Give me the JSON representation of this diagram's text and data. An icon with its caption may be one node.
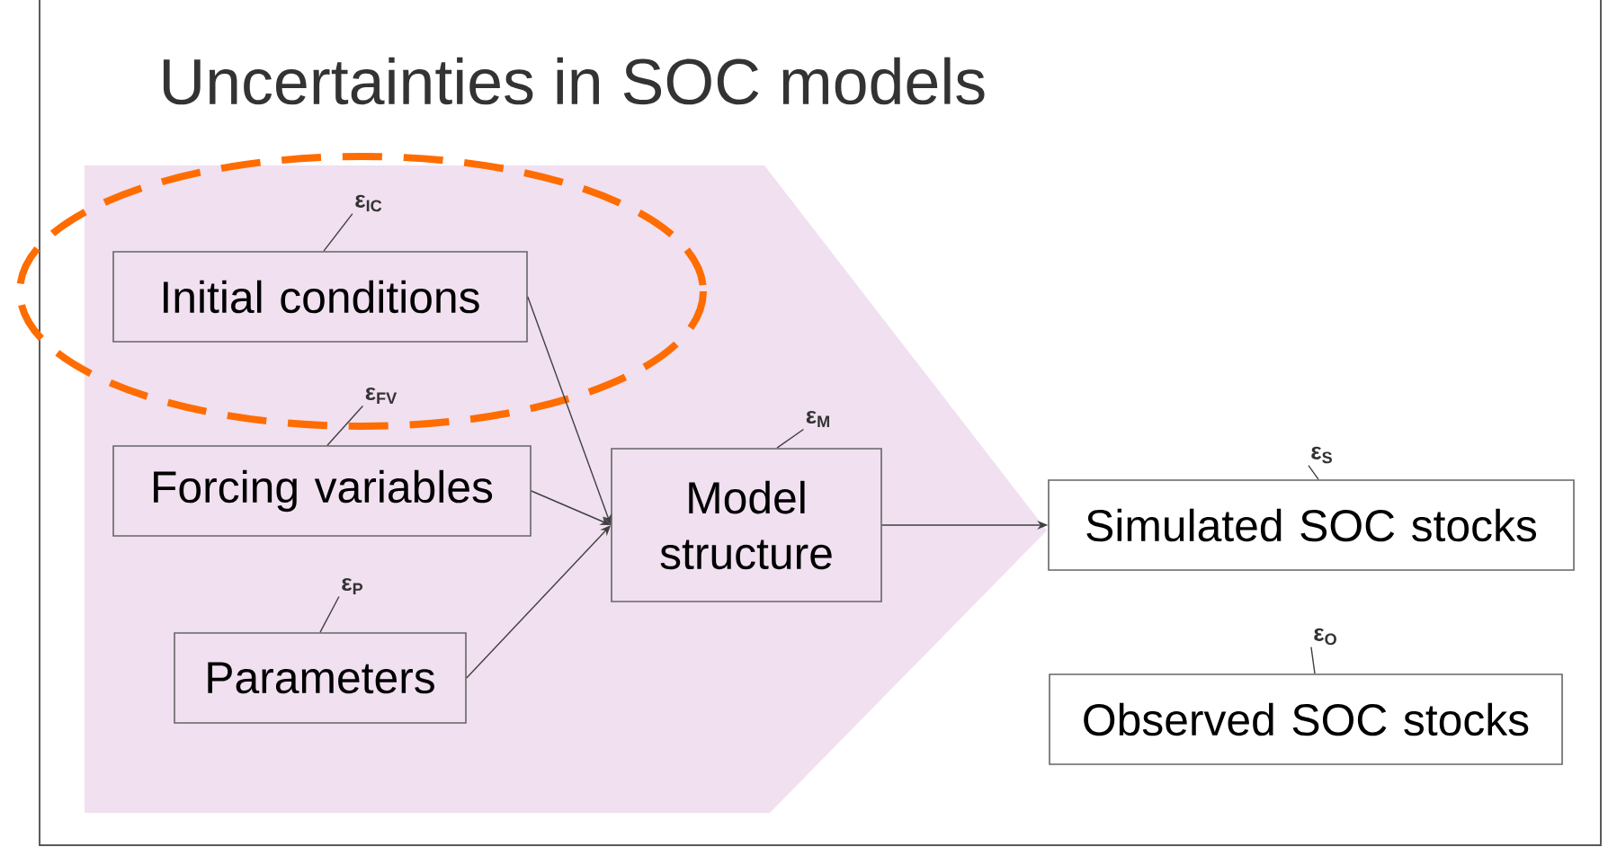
{
  "diagram": {
    "title": "Uncertainties in SOC models",
    "nodes": [
      {
        "text": [
          "Initial conditions"
        ]
      },
      {
        "text": [
          "Forcing variables"
        ]
      },
      {
        "text": [
          "Parameters"
        ]
      },
      {
        "text": [
          "Model structure"
        ]
      },
      {
        "text": [
          "Simulated SOC stocks"
        ]
      },
      {
        "text": [
          "Observed SOC stocks"
        ]
      },
      {
        "text": [
          "ε$_{IC}$"
        ]
      },
      {
        "text": [
          "ε$_{FV}$"
        ]
      },
      {
        "text": [
          "ε$_{P}$"
        ]
      },
      {
        "text": [
          "ε$_{M}$"
        ]
      },
      {
        "text": [
          "ε$_{S}$"
        ]
      },
      {
        "text": [
          "ε$_{O}$"
        ]
      }
    ],
    "edges": [
      {
        "from": 0,
        "to": 3,
        "arrow": "to"
      },
      {
        "from": 1,
        "to": 3,
        "arrow": "to"
      },
      {
        "from": 2,
        "to": 3,
        "arrow": "to"
      },
      {
        "from": 3,
        "to": 4,
        "arrow": "to"
      },
      {
        "from": 6,
        "to": 0,
        "arrow": "none"
      },
      {
        "from": 7,
        "to": 1,
        "arrow": "none"
      },
      {
        "from": 8,
        "to": 2,
        "arrow": "none"
      },
      {
        "from": 9,
        "to": 3,
        "arrow": "none"
      },
      {
        "from": 10,
        "to": 4,
        "arrow": "none"
      },
      {
        "from": 11,
        "to": 5,
        "arrow": "none"
      }
    ]
  }
}
